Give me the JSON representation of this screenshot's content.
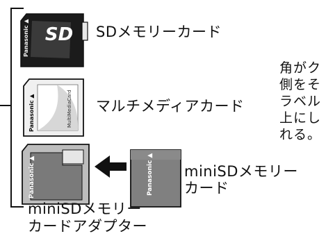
{
  "cards": [
    {
      "label": "SDメモリーカード",
      "brand": "Panasonic",
      "logo": "SD"
    },
    {
      "label": "マルチメディアカード",
      "brand": "Panasonic",
      "logo": "MultiMediaCard"
    },
    {
      "label": "miniSDメモリーカード",
      "brand": "Panasonic"
    },
    {
      "label": "miniSDメモリーカードアダプター",
      "brand": "Panasonic"
    }
  ],
  "mini_label_lines": [
    "miniSDメモリー",
    "カード"
  ],
  "adapter_label_lines": [
    "miniSDメモリー",
    "カードアダプター"
  ],
  "note_lines": [
    "角がク",
    "側をそ",
    "ラベル",
    "上にし",
    "れる。"
  ],
  "icons": {
    "arrow": "arrow-left-icon"
  }
}
